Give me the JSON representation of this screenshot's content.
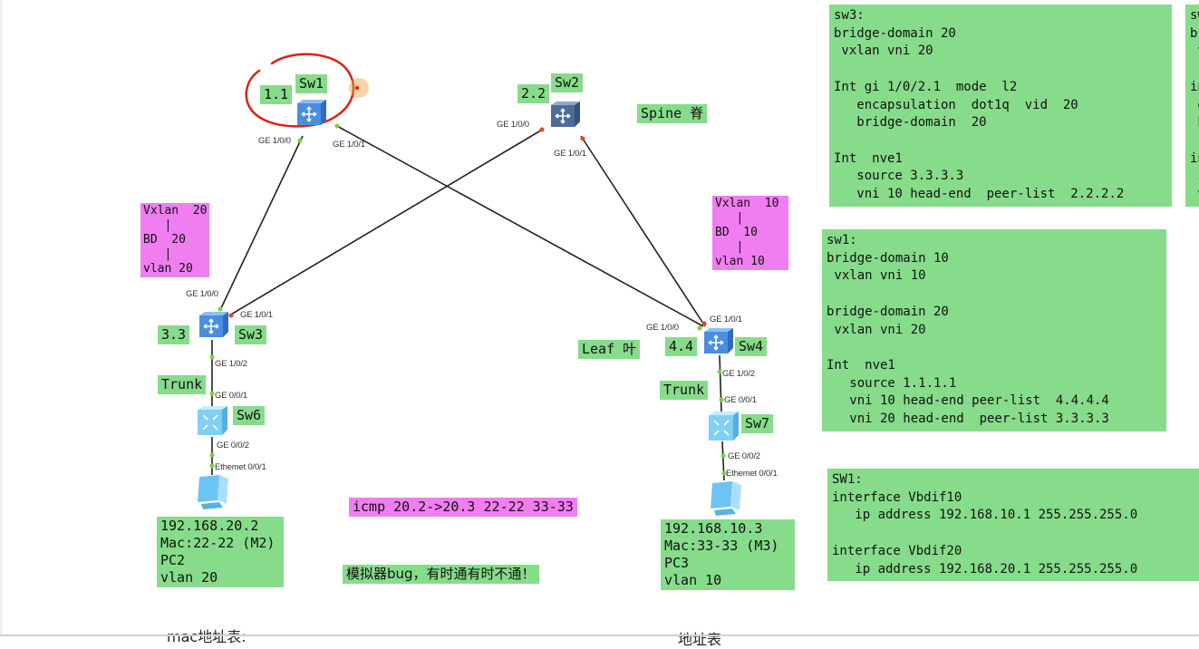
{
  "topology": {
    "devices": [
      {
        "id": "sw1",
        "name": "Sw1",
        "addr": "1.1",
        "kind": "core-switch",
        "role": "spine"
      },
      {
        "id": "sw2",
        "name": "Sw2",
        "addr": "2.2",
        "kind": "core-switch-dark",
        "role": "spine"
      },
      {
        "id": "sw3",
        "name": "Sw3",
        "addr": "3.3",
        "kind": "core-switch",
        "role": "leaf"
      },
      {
        "id": "sw4",
        "name": "Sw4",
        "addr": "4.4",
        "kind": "core-switch",
        "role": "leaf"
      },
      {
        "id": "sw6",
        "name": "Sw6",
        "kind": "access-switch"
      },
      {
        "id": "sw7",
        "name": "Sw7",
        "kind": "access-switch"
      },
      {
        "id": "pc2",
        "name": "PC2",
        "kind": "pc"
      },
      {
        "id": "pc3",
        "name": "PC3",
        "kind": "pc"
      }
    ],
    "links": [
      {
        "from": "sw1",
        "from_port": "GE 1/0/0",
        "to": "sw3",
        "to_port": "GE 1/0/0"
      },
      {
        "from": "sw1",
        "from_port": "GE 1/0/1",
        "to": "sw4",
        "to_port": "GE 1/0/1"
      },
      {
        "from": "sw2",
        "from_port": "GE 1/0/0",
        "to": "sw3",
        "to_port": "GE 1/0/1"
      },
      {
        "from": "sw2",
        "from_port": "GE 1/0/1",
        "to": "sw4",
        "to_port": "GE 1/0/0"
      },
      {
        "from": "sw3",
        "from_port": "GE 1/0/2",
        "to": "sw6",
        "to_port": "GE 0/0/1"
      },
      {
        "from": "sw6",
        "from_port": "GE 0/0/2",
        "to": "pc2",
        "to_port": "Ethemet 0/0/1"
      },
      {
        "from": "sw4",
        "from_port": "GE 1/0/2",
        "to": "sw7",
        "to_port": "GE 0/0/1"
      },
      {
        "from": "sw7",
        "from_port": "GE 0/0/2",
        "to": "pc3",
        "to_port": "Ethemet 0/0/1"
      }
    ],
    "status_colors": {
      "up": "#7ccf3a",
      "down": "#e8432c"
    }
  },
  "labels": {
    "spine": "Spine 脊",
    "leaf": "Leaf 叶",
    "trunk_left": "Trunk",
    "trunk_right": "Trunk",
    "vxlan_left": "Vxlan  20\n   |\nBD  20\n   |\nvlan 20",
    "vxlan_right": "Vxlan  10\n   |\nBD  10\n   |\nvlan 10",
    "pc2_info": "192.168.20.2\nMac:22-22 (M2)\nPC2\nvlan 20",
    "pc3_info": "192.168.10.3\nMac:33-33 (M3)\nPC3\nvlan 10",
    "icmp_note": "icmp 20.2->20.3 22-22 33-33",
    "bug_note": "模拟器bug，有时通有时不通！",
    "mac_table_left": "mac地址表:",
    "mac_table_right": "地址表"
  },
  "config_notes": {
    "sw3": "sw3:\nbridge-domain 20\n vxlan vni 20\n\nInt gi 1/0/2.1  mode  l2\n   encapsulation  dot1q  vid  20\n   bridge-domain  20\n\nInt  nve1\n   source 3.3.3.3\n   vni 10 head-end  peer-list  2.2.2.2",
    "partial_right": "sw\nbr\n v\n\nin\n e\n b\n\nin\n s\n v",
    "sw1_bd": "sw1:\nbridge-domain 10\n vxlan vni 10\n\nbridge-domain 20\n vxlan vni 20\n\nInt  nve1\n   source 1.1.1.1\n   vni 10 head-end peer-list  4.4.4.4\n   vni 20 head-end  peer-list 3.3.3.3",
    "sw1_vbdif": "SW1:\ninterface Vbdif10\n   ip address 192.168.10.1 255.255.255.0\n\ninterface Vbdif20\n   ip address 192.168.20.1 255.255.255.0"
  },
  "annotation": {
    "color": "#e02010",
    "highlight": "#f5a040"
  }
}
